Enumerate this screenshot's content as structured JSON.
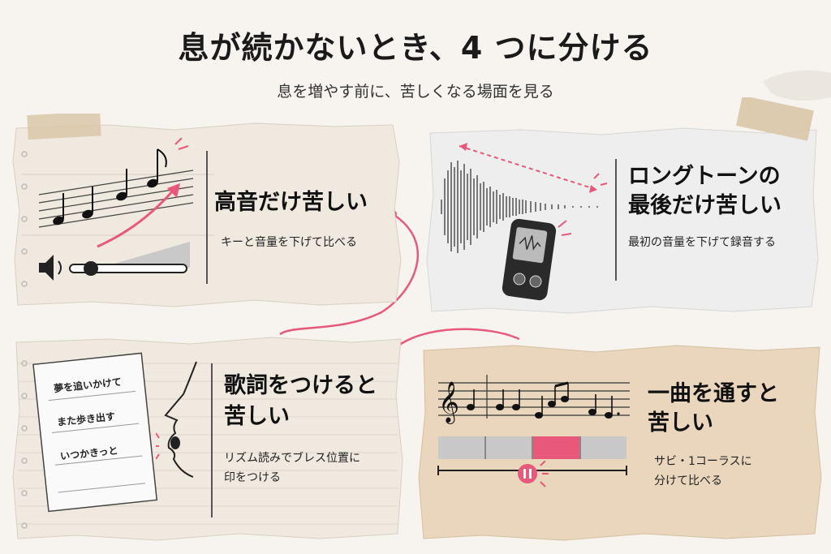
{
  "title": "息が続かないとき、4 つに分ける",
  "subtitle": "息を増やす前に、苦しくなる場面を見る",
  "cards": [
    {
      "heading": "高音だけ苦しい",
      "desc": "キーと音量を下げて比べる"
    },
    {
      "heading_line1": "ロングトーンの",
      "heading_line2": "最後だけ苦しい",
      "desc": "最初の音量を下げて録音する"
    },
    {
      "heading_line1": "歌詞をつけると",
      "heading_line2": "苦しい",
      "desc_line1": "リズム読みでブレス位置に",
      "desc_line2": "印をつける",
      "lyrics": [
        "夢を追いかけて",
        "また歩き出す",
        "いつかきっと"
      ]
    },
    {
      "heading_line1": "一曲を通すと",
      "heading_line2": "苦しい",
      "desc_line1": "サビ・1コーラスに",
      "desc_line2": "分けて比べる"
    }
  ],
  "colors": {
    "accent": "#e8587a",
    "paper": "#efe9df",
    "kraft": "#e9d6bd",
    "gray_paper": "#efefef",
    "tape": "#d9c7a8"
  },
  "icons": [
    "music-notes-icon",
    "volume-icon",
    "arrow-up-icon",
    "waveform-icon",
    "recorder-icon",
    "face-profile-icon",
    "lyric-sheet-icon",
    "sheet-music-icon",
    "pause-icon"
  ]
}
